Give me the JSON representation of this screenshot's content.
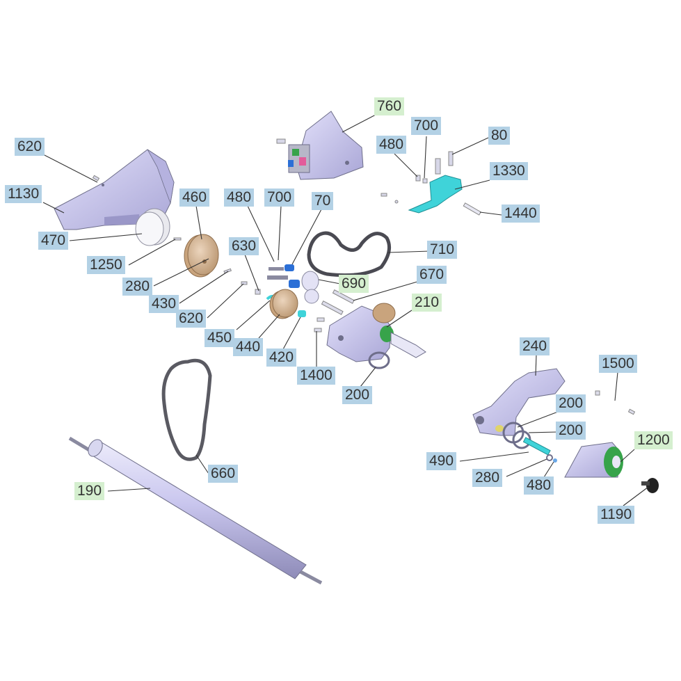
{
  "colors": {
    "label_bg": "#b3d1e5",
    "label_highlight_bg": "#d5efcf",
    "label_text": "#333333",
    "part_body": "#c9c6ee",
    "part_edge": "#6e6e8a",
    "part_cyan": "#3fd3d9",
    "part_tan": "#d8b898",
    "part_blue": "#2b6fd6",
    "part_green": "#37a34a"
  },
  "parts": [
    {
      "id": "housing-left",
      "icon": "housing-cover"
    },
    {
      "id": "bracket-760",
      "icon": "control-bracket"
    },
    {
      "id": "bracket-1330",
      "icon": "angle-bracket"
    },
    {
      "id": "pulley-460",
      "icon": "pulley"
    },
    {
      "id": "pulley-440",
      "icon": "pulley"
    },
    {
      "id": "belt-710",
      "icon": "v-belt"
    },
    {
      "id": "belt-660",
      "icon": "v-belt"
    },
    {
      "id": "shaft-190",
      "icon": "roller-shaft"
    },
    {
      "id": "bearing-plate-210",
      "icon": "bearing-plate"
    },
    {
      "id": "bracket-240",
      "icon": "support-bracket"
    },
    {
      "id": "flange-1200",
      "icon": "flange-bearing"
    },
    {
      "id": "knob-1190",
      "icon": "knob"
    }
  ],
  "labels": [
    {
      "id": "l620a",
      "text": "620",
      "highlight": false
    },
    {
      "id": "l1130",
      "text": "1130",
      "highlight": false
    },
    {
      "id": "l470",
      "text": "470",
      "highlight": false
    },
    {
      "id": "l460",
      "text": "460",
      "highlight": false
    },
    {
      "id": "l1250",
      "text": "1250",
      "highlight": false
    },
    {
      "id": "l280a",
      "text": "280",
      "highlight": false
    },
    {
      "id": "l430",
      "text": "430",
      "highlight": false
    },
    {
      "id": "l620b",
      "text": "620",
      "highlight": false
    },
    {
      "id": "l630",
      "text": "630",
      "highlight": false
    },
    {
      "id": "l480a",
      "text": "480",
      "highlight": false
    },
    {
      "id": "l700a",
      "text": "700",
      "highlight": false
    },
    {
      "id": "l70",
      "text": "70",
      "highlight": false
    },
    {
      "id": "l760",
      "text": "760",
      "highlight": true
    },
    {
      "id": "l480b",
      "text": "480",
      "highlight": false
    },
    {
      "id": "l700b",
      "text": "700",
      "highlight": false
    },
    {
      "id": "l80",
      "text": "80",
      "highlight": false
    },
    {
      "id": "l1330",
      "text": "1330",
      "highlight": false
    },
    {
      "id": "l1440",
      "text": "1440",
      "highlight": false
    },
    {
      "id": "l710",
      "text": "710",
      "highlight": false
    },
    {
      "id": "l690",
      "text": "690",
      "highlight": true
    },
    {
      "id": "l670",
      "text": "670",
      "highlight": false
    },
    {
      "id": "l210",
      "text": "210",
      "highlight": true
    },
    {
      "id": "l450",
      "text": "450",
      "highlight": false
    },
    {
      "id": "l440",
      "text": "440",
      "highlight": false
    },
    {
      "id": "l420",
      "text": "420",
      "highlight": false
    },
    {
      "id": "l1400",
      "text": "1400",
      "highlight": false
    },
    {
      "id": "l200a",
      "text": "200",
      "highlight": false
    },
    {
      "id": "l240",
      "text": "240",
      "highlight": false
    },
    {
      "id": "l1500",
      "text": "1500",
      "highlight": false
    },
    {
      "id": "l200b",
      "text": "200",
      "highlight": false
    },
    {
      "id": "l200c",
      "text": "200",
      "highlight": false
    },
    {
      "id": "l1200",
      "text": "1200",
      "highlight": true
    },
    {
      "id": "l490",
      "text": "490",
      "highlight": false
    },
    {
      "id": "l280b",
      "text": "280",
      "highlight": false
    },
    {
      "id": "l480c",
      "text": "480",
      "highlight": false
    },
    {
      "id": "l1190",
      "text": "1190",
      "highlight": false
    },
    {
      "id": "l660",
      "text": "660",
      "highlight": false
    },
    {
      "id": "l190",
      "text": "190",
      "highlight": true
    }
  ]
}
